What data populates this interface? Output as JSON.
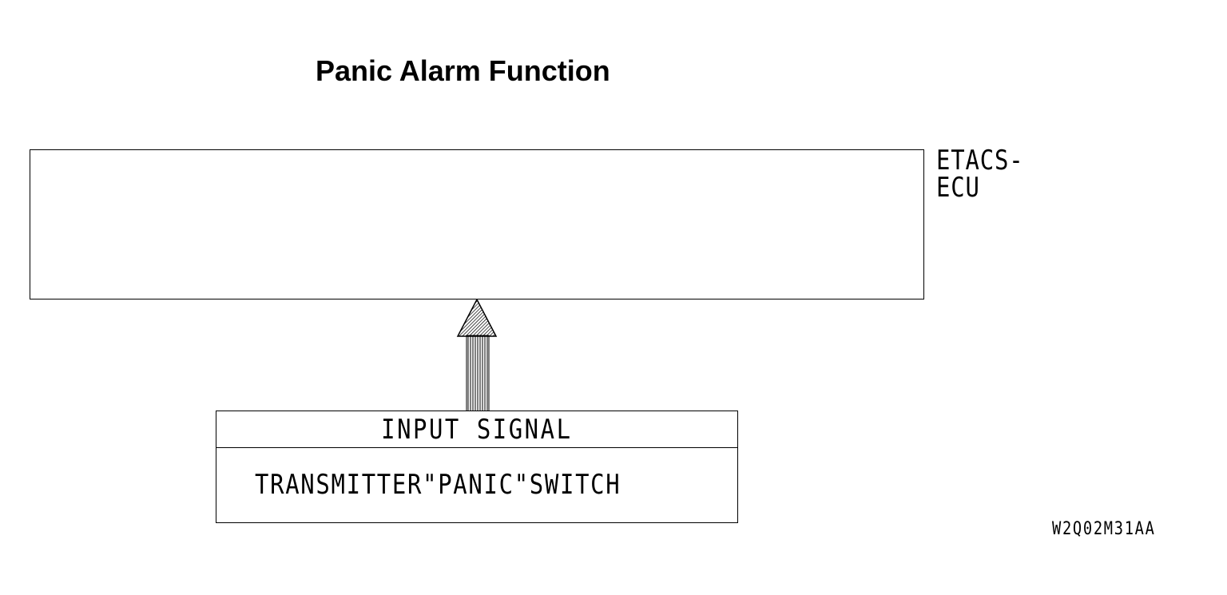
{
  "title": "Panic Alarm Function",
  "ecu": {
    "label": "ETACS-\nECU"
  },
  "input": {
    "header": "INPUT SIGNAL",
    "item": "TRANSMITTER\"PANIC\"SWITCH"
  },
  "figure_code": "W2Q02M31AA",
  "colors": {
    "line": "#000000",
    "background": "#ffffff"
  },
  "icons": {
    "signal_arrow": "up-arrow-icon"
  }
}
